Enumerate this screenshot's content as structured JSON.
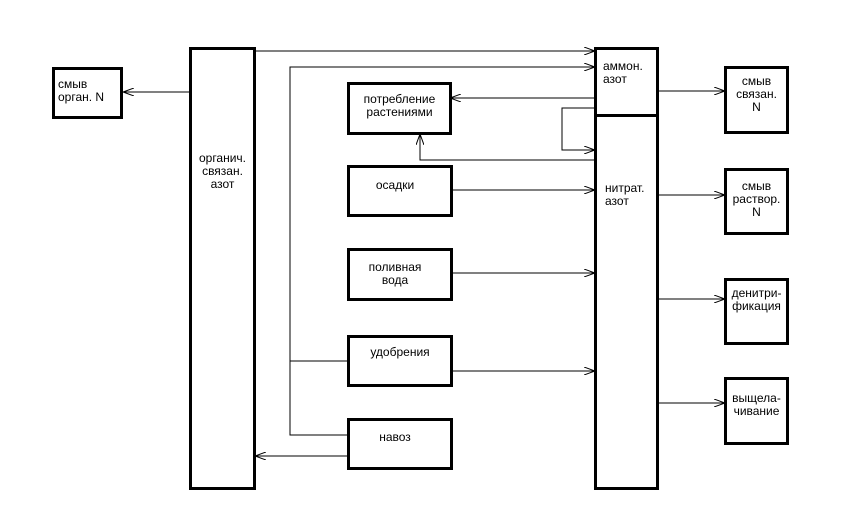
{
  "nodes": {
    "organic": "органич.\nсвязан.\nазот",
    "ammonium": "аммон.\nазот",
    "nitrate": "нитрат.\nазот",
    "plant_uptake": "потребление\nрастениями",
    "precipitation": "осадки",
    "irrigation": "поливная\nвода",
    "fertilizers": "удобрения",
    "manure": "навоз",
    "runoff_organic": "смыв\nорган. N",
    "runoff_bound": "смыв\nсвязан.\nN",
    "runoff_dissolved": "смыв\nраствор.\nN",
    "denitrification": "денитри-\nфикация",
    "leaching": "выщела-\nчивание"
  },
  "colors": {
    "line": "#000000",
    "background": "#ffffff"
  }
}
